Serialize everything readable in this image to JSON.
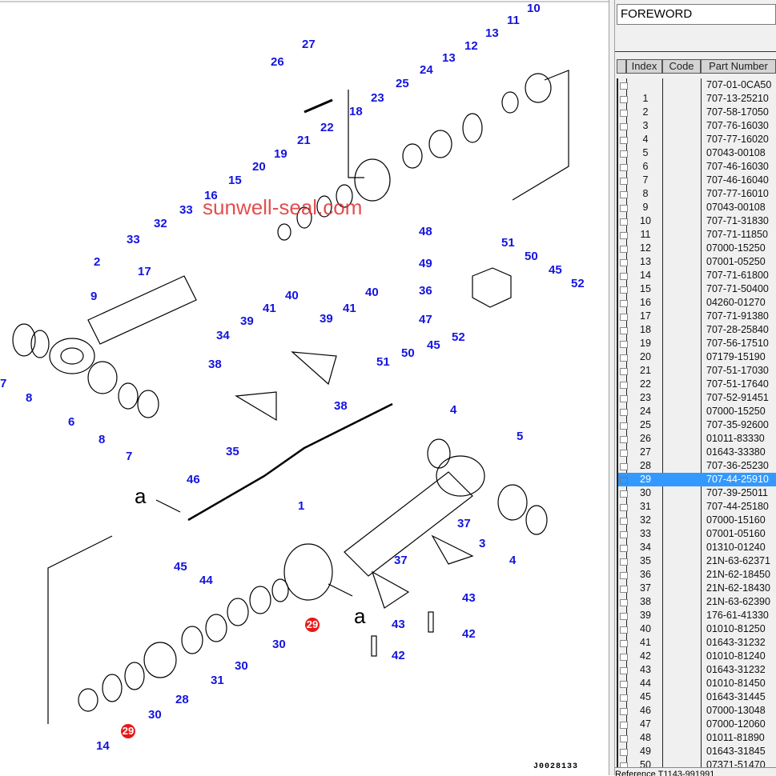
{
  "diagram": {
    "watermark": "sunwell-seal.com",
    "drawing_id": "J0028133",
    "view_marker": "a",
    "highlight_color": "#e81818",
    "callout_color": "#1414e0",
    "callouts": [
      {
        "id": "c10",
        "label": "10"
      },
      {
        "id": "c11",
        "label": "11"
      },
      {
        "id": "c13a",
        "label": "13"
      },
      {
        "id": "c12",
        "label": "12"
      },
      {
        "id": "c13b",
        "label": "13"
      },
      {
        "id": "c24",
        "label": "24"
      },
      {
        "id": "c25",
        "label": "25"
      },
      {
        "id": "c23",
        "label": "23"
      },
      {
        "id": "c18",
        "label": "18"
      },
      {
        "id": "c27",
        "label": "27"
      },
      {
        "id": "c26",
        "label": "26"
      },
      {
        "id": "c22",
        "label": "22"
      },
      {
        "id": "c21",
        "label": "21"
      },
      {
        "id": "c19",
        "label": "19"
      },
      {
        "id": "c20",
        "label": "20"
      },
      {
        "id": "c15",
        "label": "15"
      },
      {
        "id": "c16",
        "label": "16"
      },
      {
        "id": "c33a",
        "label": "33"
      },
      {
        "id": "c32",
        "label": "32"
      },
      {
        "id": "c33b",
        "label": "33"
      },
      {
        "id": "c2",
        "label": "2"
      },
      {
        "id": "c17",
        "label": "17"
      },
      {
        "id": "c9",
        "label": "9"
      },
      {
        "id": "c34",
        "label": "34"
      },
      {
        "id": "c7a",
        "label": "7"
      },
      {
        "id": "c8a",
        "label": "8"
      },
      {
        "id": "c6",
        "label": "6"
      },
      {
        "id": "c8b",
        "label": "8"
      },
      {
        "id": "c7b",
        "label": "7"
      },
      {
        "id": "c48",
        "label": "48"
      },
      {
        "id": "c49",
        "label": "49"
      },
      {
        "id": "c36",
        "label": "36"
      },
      {
        "id": "c47",
        "label": "47"
      },
      {
        "id": "c51a",
        "label": "51"
      },
      {
        "id": "c50a",
        "label": "50"
      },
      {
        "id": "c45a",
        "label": "45"
      },
      {
        "id": "c52a",
        "label": "52"
      },
      {
        "id": "c41a",
        "label": "41"
      },
      {
        "id": "c40a",
        "label": "40"
      },
      {
        "id": "c41b",
        "label": "41"
      },
      {
        "id": "c40b",
        "label": "40"
      },
      {
        "id": "c39a",
        "label": "39"
      },
      {
        "id": "c39b",
        "label": "39"
      },
      {
        "id": "c38a",
        "label": "38"
      },
      {
        "id": "c38b",
        "label": "38"
      },
      {
        "id": "c51b",
        "label": "51"
      },
      {
        "id": "c50b",
        "label": "50"
      },
      {
        "id": "c45b",
        "label": "45"
      },
      {
        "id": "c52b",
        "label": "52"
      },
      {
        "id": "c4a",
        "label": "4"
      },
      {
        "id": "c5",
        "label": "5"
      },
      {
        "id": "c35",
        "label": "35"
      },
      {
        "id": "c46",
        "label": "46"
      },
      {
        "id": "c1",
        "label": "1"
      },
      {
        "id": "c37a",
        "label": "37"
      },
      {
        "id": "c3",
        "label": "3"
      },
      {
        "id": "c4b",
        "label": "4"
      },
      {
        "id": "c45c",
        "label": "45"
      },
      {
        "id": "c44",
        "label": "44"
      },
      {
        "id": "c37b",
        "label": "37"
      },
      {
        "id": "c43a",
        "label": "43"
      },
      {
        "id": "c43b",
        "label": "43"
      },
      {
        "id": "c42a",
        "label": "42"
      },
      {
        "id": "c42b",
        "label": "42"
      },
      {
        "id": "c29a",
        "label": "29",
        "highlighted": true
      },
      {
        "id": "c30a",
        "label": "30"
      },
      {
        "id": "c30b",
        "label": "30"
      },
      {
        "id": "c31",
        "label": "31"
      },
      {
        "id": "c28",
        "label": "28"
      },
      {
        "id": "c30c",
        "label": "30"
      },
      {
        "id": "c14",
        "label": "14"
      },
      {
        "id": "c29b",
        "label": "29",
        "highlighted": true
      }
    ]
  },
  "panel": {
    "title_field": "FOREWORD",
    "columns": {
      "index": "Index",
      "code": "Code",
      "part_number": "Part Number"
    },
    "selected_index": "29",
    "selection_color": "#3399ff",
    "rows": [
      {
        "index": "",
        "code": "",
        "part_number": "707-01-0CA50"
      },
      {
        "index": "1",
        "code": "",
        "part_number": "707-13-25210"
      },
      {
        "index": "2",
        "code": "",
        "part_number": "707-58-17050"
      },
      {
        "index": "3",
        "code": "",
        "part_number": "707-76-16030"
      },
      {
        "index": "4",
        "code": "",
        "part_number": "707-77-16020"
      },
      {
        "index": "5",
        "code": "",
        "part_number": "07043-00108"
      },
      {
        "index": "6",
        "code": "",
        "part_number": "707-46-16030"
      },
      {
        "index": "7",
        "code": "",
        "part_number": "707-46-16040"
      },
      {
        "index": "8",
        "code": "",
        "part_number": "707-77-16010"
      },
      {
        "index": "9",
        "code": "",
        "part_number": "07043-00108"
      },
      {
        "index": "10",
        "code": "",
        "part_number": "707-71-31830"
      },
      {
        "index": "11",
        "code": "",
        "part_number": "707-71-11850"
      },
      {
        "index": "12",
        "code": "",
        "part_number": "07000-15250"
      },
      {
        "index": "13",
        "code": "",
        "part_number": "07001-05250"
      },
      {
        "index": "14",
        "code": "",
        "part_number": "707-71-61800"
      },
      {
        "index": "15",
        "code": "",
        "part_number": "707-71-50400"
      },
      {
        "index": "16",
        "code": "",
        "part_number": "04260-01270"
      },
      {
        "index": "17",
        "code": "",
        "part_number": "707-71-91380"
      },
      {
        "index": "18",
        "code": "",
        "part_number": "707-28-25840"
      },
      {
        "index": "19",
        "code": "",
        "part_number": "707-56-17510"
      },
      {
        "index": "20",
        "code": "",
        "part_number": "07179-15190"
      },
      {
        "index": "21",
        "code": "",
        "part_number": "707-51-17030"
      },
      {
        "index": "22",
        "code": "",
        "part_number": "707-51-17640"
      },
      {
        "index": "23",
        "code": "",
        "part_number": "707-52-91451"
      },
      {
        "index": "24",
        "code": "",
        "part_number": "07000-15250"
      },
      {
        "index": "25",
        "code": "",
        "part_number": "707-35-92600"
      },
      {
        "index": "26",
        "code": "",
        "part_number": "01011-83330"
      },
      {
        "index": "27",
        "code": "",
        "part_number": "01643-33380"
      },
      {
        "index": "28",
        "code": "",
        "part_number": "707-36-25230"
      },
      {
        "index": "29",
        "code": "",
        "part_number": "707-44-25910",
        "selected": true
      },
      {
        "index": "30",
        "code": "",
        "part_number": "707-39-25011"
      },
      {
        "index": "31",
        "code": "",
        "part_number": "707-44-25180"
      },
      {
        "index": "32",
        "code": "",
        "part_number": "07000-15160"
      },
      {
        "index": "33",
        "code": "",
        "part_number": "07001-05160"
      },
      {
        "index": "34",
        "code": "",
        "part_number": "01310-01240"
      },
      {
        "index": "35",
        "code": "",
        "part_number": "21N-63-62371"
      },
      {
        "index": "36",
        "code": "",
        "part_number": "21N-62-18450"
      },
      {
        "index": "37",
        "code": "",
        "part_number": "21N-62-18430"
      },
      {
        "index": "38",
        "code": "",
        "part_number": "21N-63-62390"
      },
      {
        "index": "39",
        "code": "",
        "part_number": "176-61-41330"
      },
      {
        "index": "40",
        "code": "",
        "part_number": "01010-81250"
      },
      {
        "index": "41",
        "code": "",
        "part_number": "01643-31232"
      },
      {
        "index": "42",
        "code": "",
        "part_number": "01010-81240"
      },
      {
        "index": "43",
        "code": "",
        "part_number": "01643-31232"
      },
      {
        "index": "44",
        "code": "",
        "part_number": "01010-81450"
      },
      {
        "index": "45",
        "code": "",
        "part_number": "01643-31445"
      },
      {
        "index": "46",
        "code": "",
        "part_number": "07000-13048"
      },
      {
        "index": "47",
        "code": "",
        "part_number": "07000-12060"
      },
      {
        "index": "48",
        "code": "",
        "part_number": "01011-81890"
      },
      {
        "index": "49",
        "code": "",
        "part_number": "01643-31845"
      },
      {
        "index": "50",
        "code": "",
        "part_number": "07371-51470"
      }
    ],
    "status_text": "Reference   T1143-991991"
  }
}
